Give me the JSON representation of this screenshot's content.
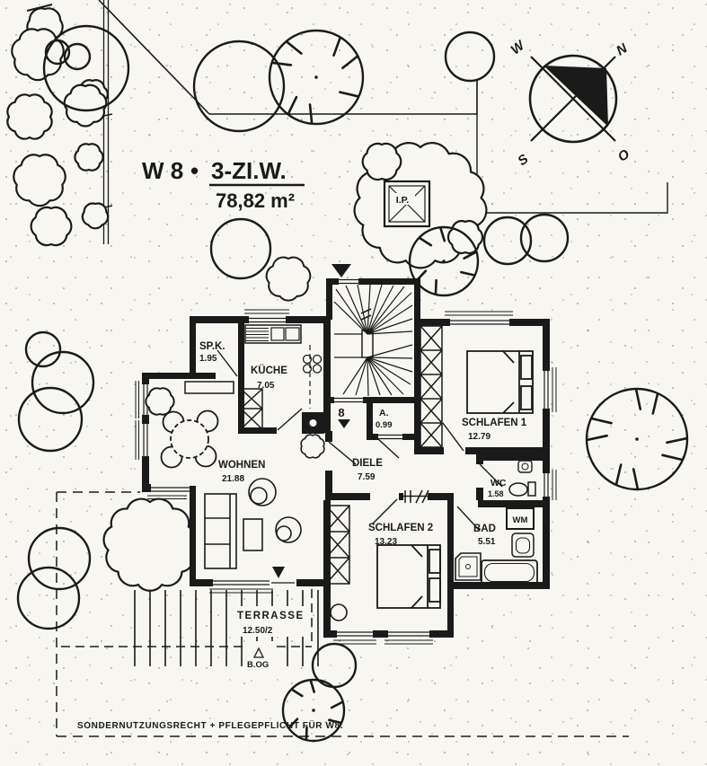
{
  "title": {
    "code": "W 8",
    "bullet": "•",
    "type": "3-ZI.W.",
    "area": "78,82 m²"
  },
  "compass": {
    "west": "W",
    "north": "N",
    "south": "S",
    "east": "O"
  },
  "rooms": {
    "spk": {
      "name": "SP.K.",
      "area": "1.95"
    },
    "kueche": {
      "name": "KÜCHE",
      "area": "7.05"
    },
    "schlafen1": {
      "name": "SCHLAFEN 1",
      "area": "12.79"
    },
    "wohnen": {
      "name": "WOHNEN",
      "area": "21.88"
    },
    "diele": {
      "name": "DIELE",
      "area": "7.59"
    },
    "abstell": {
      "name": "A.",
      "area": "0.99"
    },
    "schlafen2": {
      "name": "SCHLAFEN 2",
      "area": "13.23"
    },
    "wc": {
      "name": "WC",
      "area": "1.58"
    },
    "bad": {
      "name": "BAD",
      "area": "5.51"
    },
    "terrasse": {
      "name": "TERRASSE",
      "area": "12.50/2"
    }
  },
  "markers": {
    "unit": "8",
    "pergola": "I.P.",
    "basement": "B.OG",
    "washing_machine": "WM"
  },
  "note": {
    "text": "SONDERNUTZUNGSRECHT + PFLEGEPFLICHT FÜR W8."
  },
  "colors": {
    "ink": "#1a1a1a",
    "paper": "#f7f6f1"
  }
}
